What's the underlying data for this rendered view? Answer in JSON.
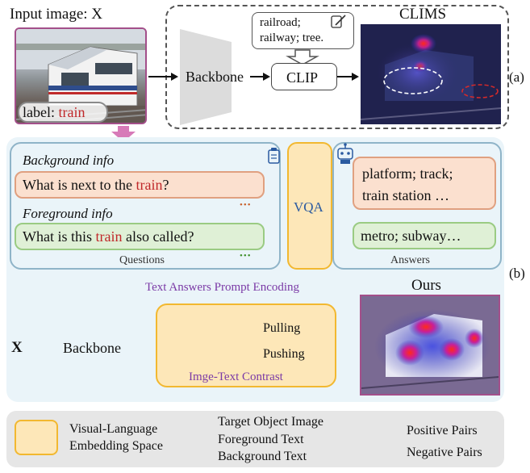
{
  "top": {
    "input_image_label": "Input image: X",
    "image_label_prefix": "label:",
    "image_label_class": "train",
    "backbone": "Backbone",
    "clip": "CLIP",
    "text_prompt_line1": "railroad;",
    "text_prompt_line2": "railway; tree.",
    "clims_title": "CLIMS",
    "panel_tag": "(a)"
  },
  "questions": {
    "background_header": "Background info",
    "background_question_pre": "What is next to the",
    "background_question_word": "train",
    "background_question_post": "?",
    "foreground_header": "Foreground info",
    "foreground_question_pre": "What is this",
    "foreground_question_word": "train",
    "foreground_question_post": "also called?",
    "footer": "Questions",
    "ellipsis": "•••"
  },
  "vqa": {
    "label": "VQA"
  },
  "answers": {
    "background_line1": "platform; track;",
    "background_line2": "train station …",
    "foreground": "metro; subway…",
    "footer": "Answers"
  },
  "bottom": {
    "prompt_encoding": "Text Answers Prompt Encoding",
    "input_x": "X",
    "backbone": "Backbone",
    "pulling": "Pulling",
    "pushing": "Pushing",
    "contrast_label": "Imge-Text Contrast",
    "ours_title": "Ours",
    "panel_tag": "(b)"
  },
  "legend": {
    "space_line1": "Visual-Language",
    "space_line2": "Embedding Space",
    "target": "Target Object Image",
    "foreground": "Foreground Text",
    "background": "Background Text",
    "positive": "Positive Pairs",
    "negative": "Negative Pairs"
  },
  "colors": {
    "class_word": "#c0282a",
    "prompt_encoding": "#7b3aa6",
    "positive_arrow": "#1aa34a",
    "negative_arrow": "#b01818",
    "flow_arrow": "#a4c8e8",
    "vqa_fill": "#fde7b8",
    "panel_fill": "#eaf4f9"
  }
}
